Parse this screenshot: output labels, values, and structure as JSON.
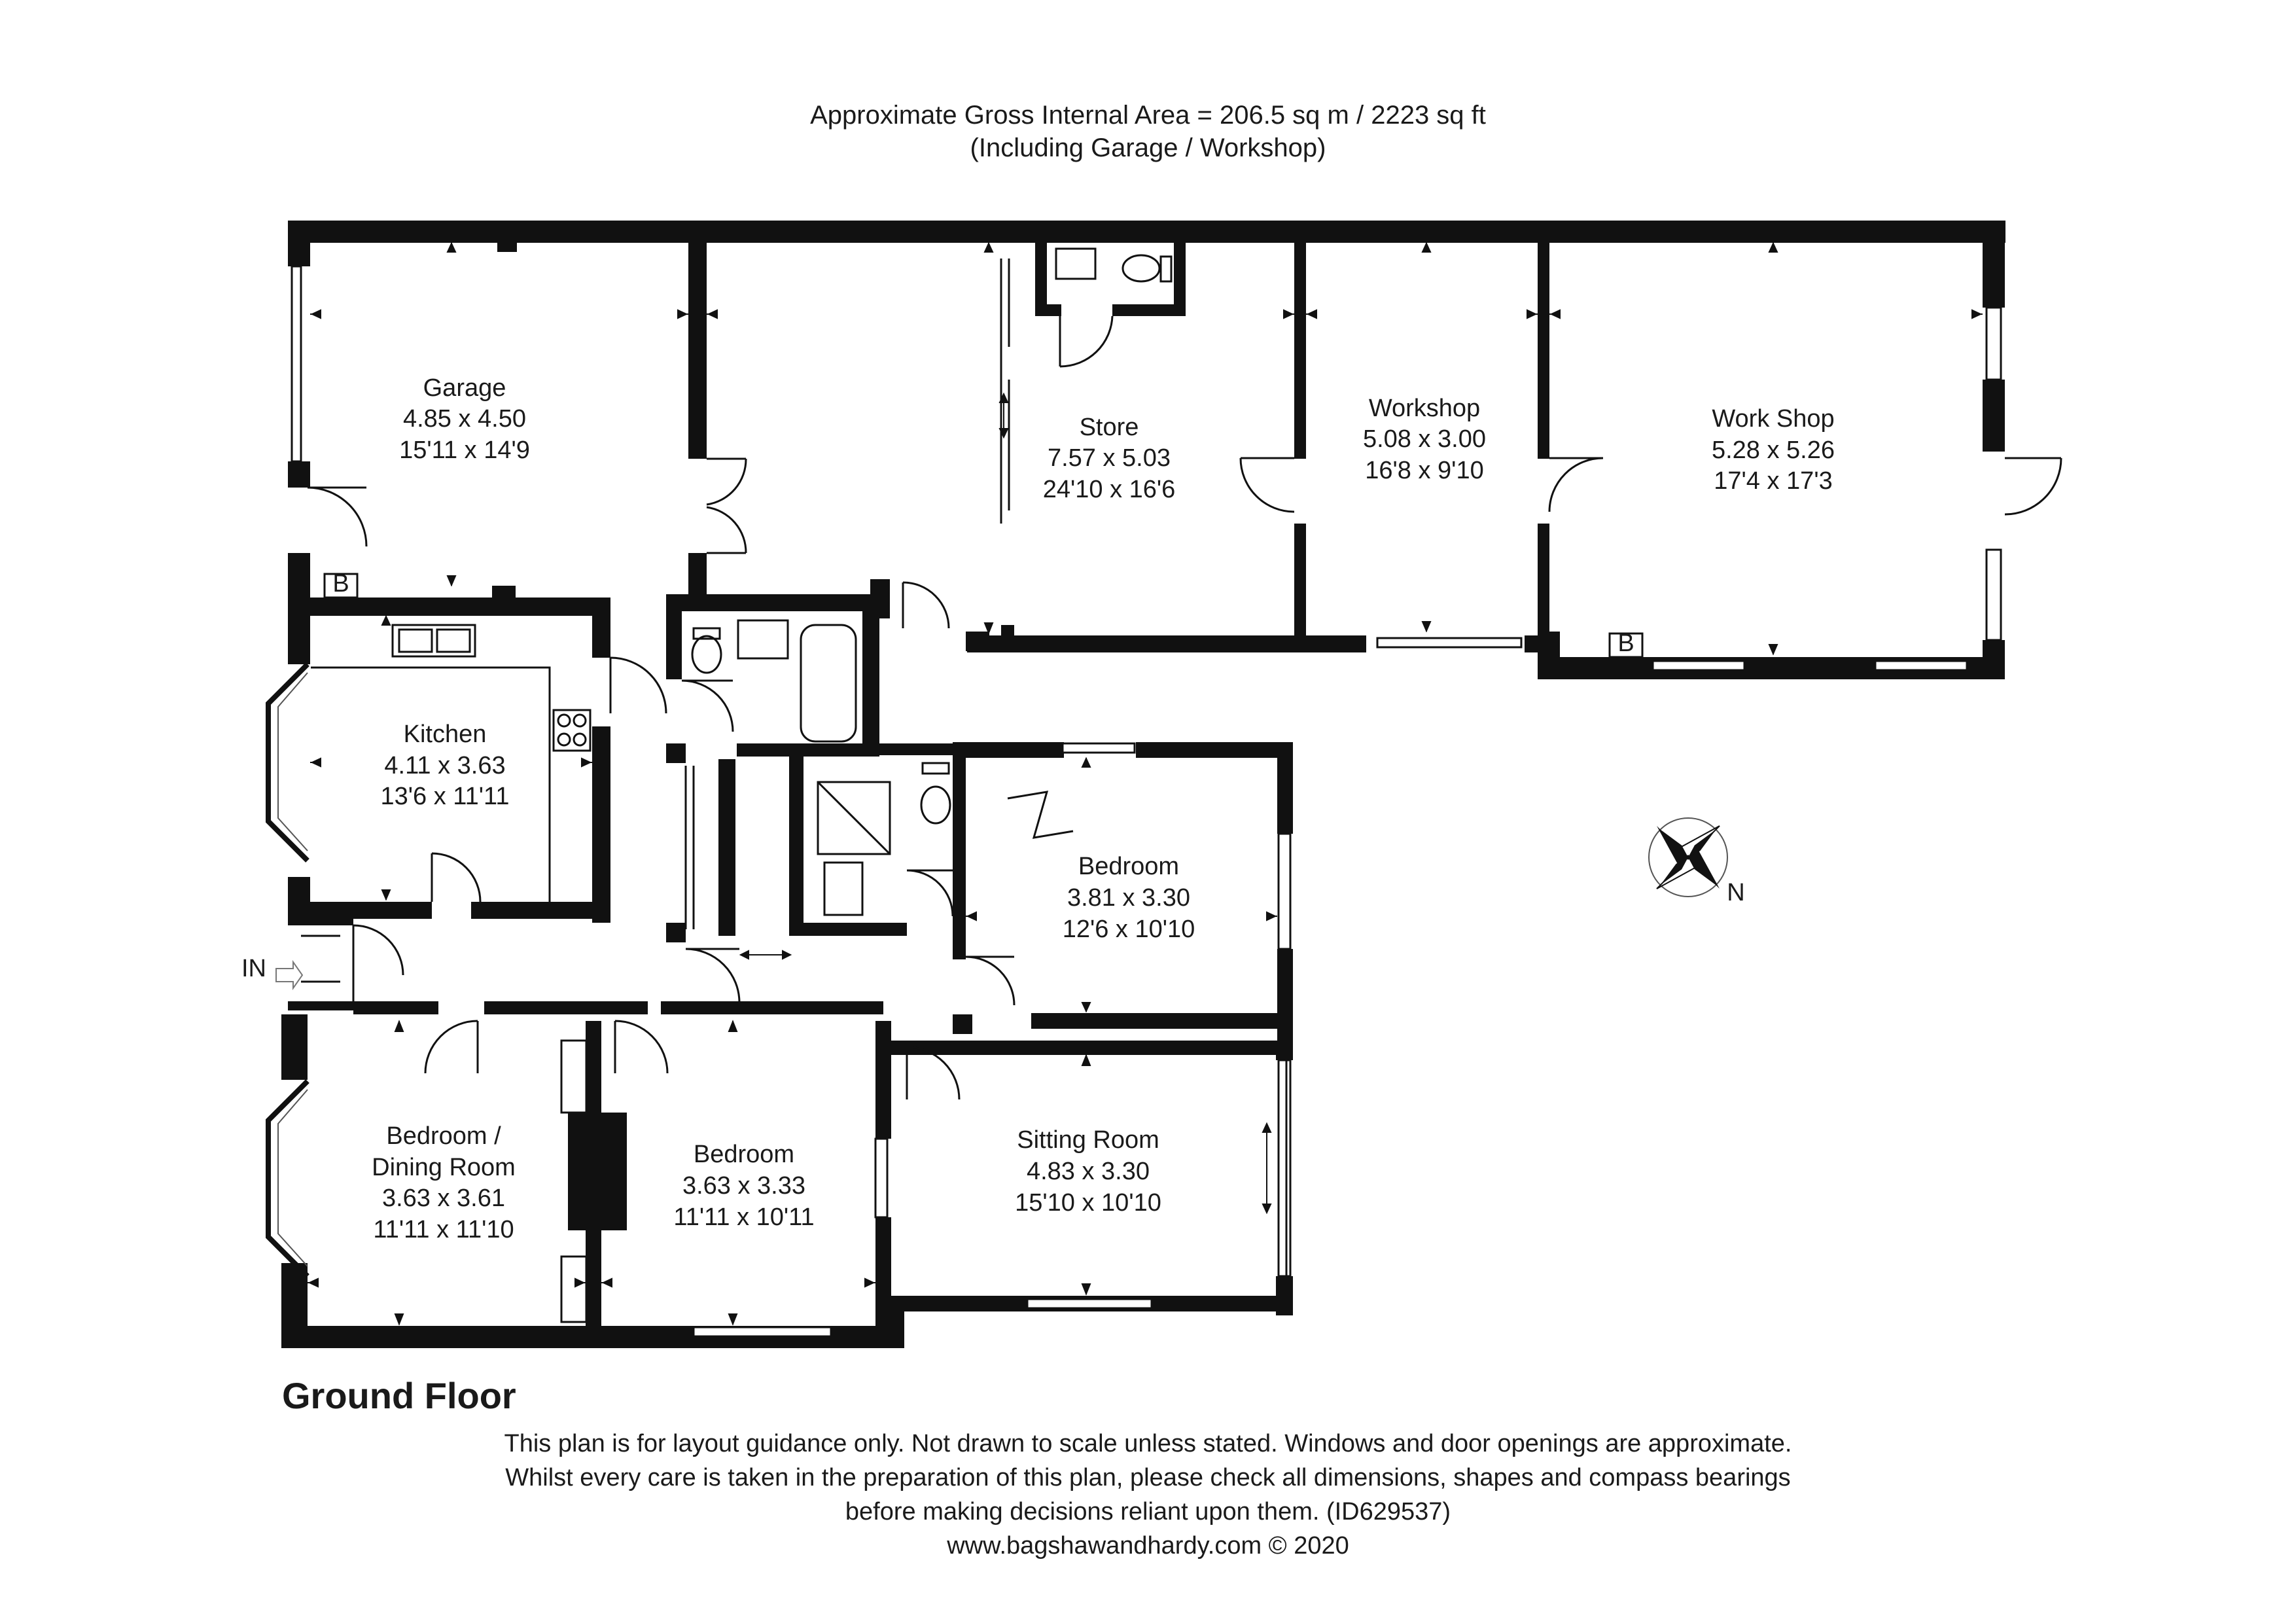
{
  "header": {
    "line1": "Approximate Gross Internal Area = 206.5 sq m / 2223 sq ft",
    "line2": "(Including Garage / Workshop)"
  },
  "rooms": {
    "garage": {
      "name": "Garage",
      "metric": "4.85 x 4.50",
      "imperial": "15'11 x 14'9"
    },
    "store": {
      "name": "Store",
      "metric": "7.57 x 5.03",
      "imperial": "24'10 x 16'6"
    },
    "workshop": {
      "name": "Workshop",
      "metric": "5.08 x 3.00",
      "imperial": "16'8 x 9'10"
    },
    "work_shop": {
      "name": "Work Shop",
      "metric": "5.28 x 5.26",
      "imperial": "17'4 x 17'3"
    },
    "kitchen": {
      "name": "Kitchen",
      "metric": "4.11 x 3.63",
      "imperial": "13'6 x 11'11"
    },
    "bedroom_east": {
      "name": "Bedroom",
      "metric": "3.81 x 3.30",
      "imperial": "12'6 x 10'10"
    },
    "bedroom_dining": {
      "name_line1": "Bedroom /",
      "name_line2": "Dining Room",
      "metric": "3.63 x 3.61",
      "imperial": "11'11 x 11'10"
    },
    "bedroom_middle": {
      "name": "Bedroom",
      "metric": "3.63 x 3.33",
      "imperial": "11'11 x 10'11"
    },
    "sitting_room": {
      "name": "Sitting Room",
      "metric": "4.83 x 3.30",
      "imperial": "15'10 x 10'10"
    }
  },
  "markers": {
    "boiler": "B",
    "entrance": "IN",
    "north": "N"
  },
  "floor_title": "Ground Floor",
  "disclaimer": {
    "line1": "This plan is for layout guidance only. Not drawn to scale unless stated. Windows and door openings are approximate.",
    "line2": "Whilst every care is taken in the preparation of this plan, please check all dimensions, shapes and compass bearings",
    "line3": "before making decisions reliant upon them. (ID629537)",
    "line4": "www.bagshawandhardy.com © 2020"
  }
}
